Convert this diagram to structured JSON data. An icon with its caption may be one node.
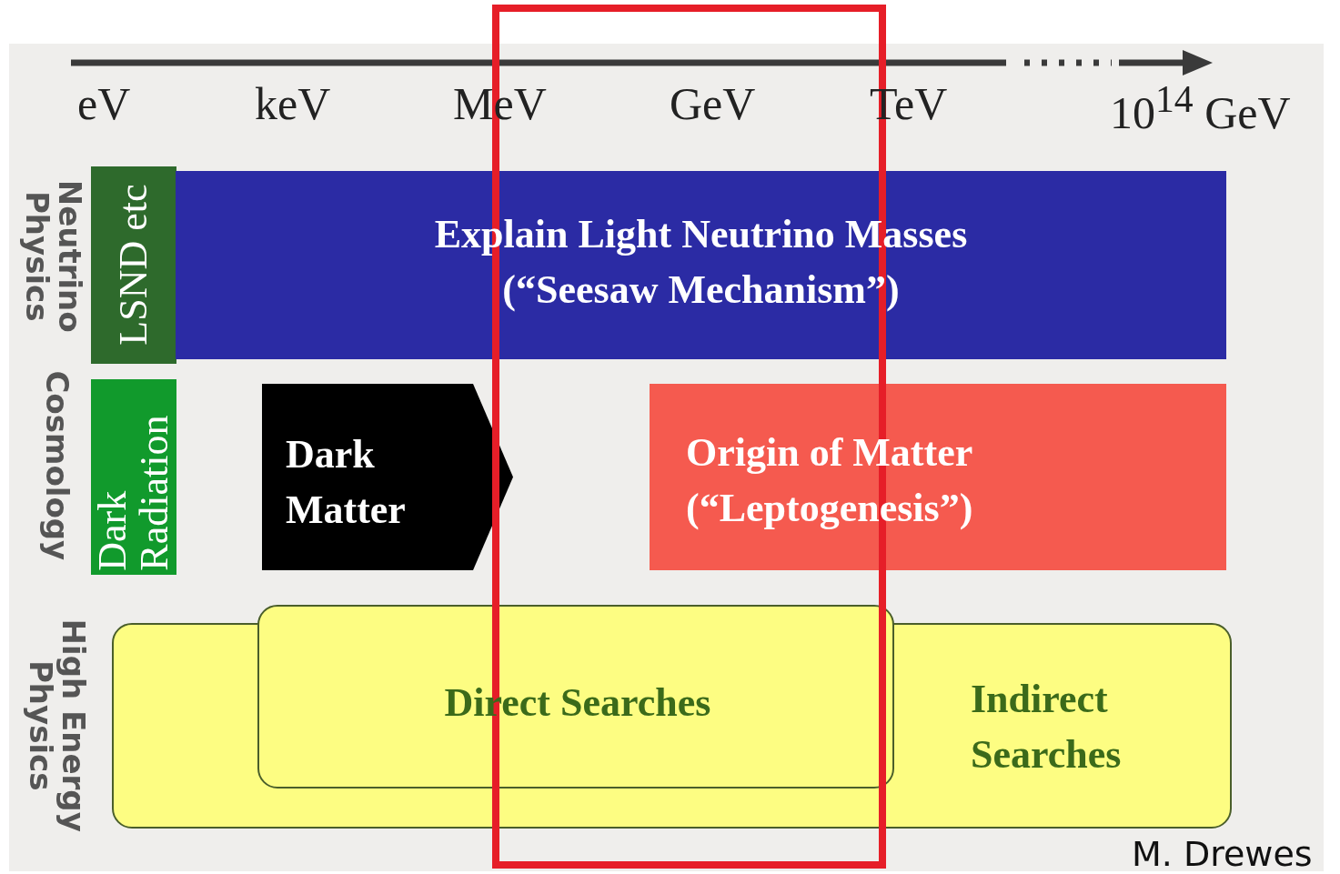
{
  "diagram": {
    "nodes": [
      {
        "text": [
          "LSND etc"
        ]
      },
      {
        "text": [
          "Explain Light Neutrino Masses",
          "(“Seesaw Mechanism”)"
        ]
      },
      {
        "text": [
          "Dark Radiation"
        ]
      },
      {
        "text": [
          "Dark Matter"
        ]
      },
      {
        "text": [
          "Origin of Matter",
          "(“Leptogenesis”)"
        ]
      },
      {
        "text": [
          "Indirect Searches"
        ]
      },
      {
        "text": [
          "Direct Searches"
        ]
      }
    ],
    "labels": [
      "eV",
      "keV",
      "MeV",
      "GeV",
      "TeV",
      "10$^{14}$ GeV",
      "Neutrino Physics",
      "Cosmology",
      "High Energy Physics",
      "M. Drewes"
    ]
  }
}
